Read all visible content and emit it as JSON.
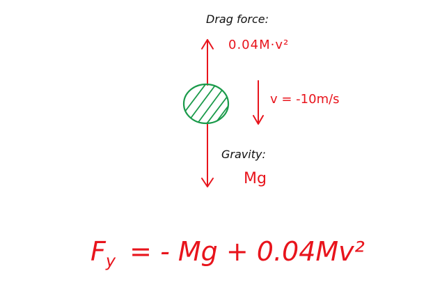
{
  "colors": {
    "red": "#e8141c",
    "green": "#1a9a4a",
    "black": "#111111"
  },
  "labels": {
    "drag_title": "Drag force:",
    "drag_expr": "0.04M·v²",
    "velocity": "v = -10m/s",
    "gravity_title": "Gravity:",
    "gravity_expr": "Mg"
  },
  "equation": {
    "lhs": "F",
    "subscript": "y",
    "rhs": "= - Mg + 0.04Mv²"
  }
}
